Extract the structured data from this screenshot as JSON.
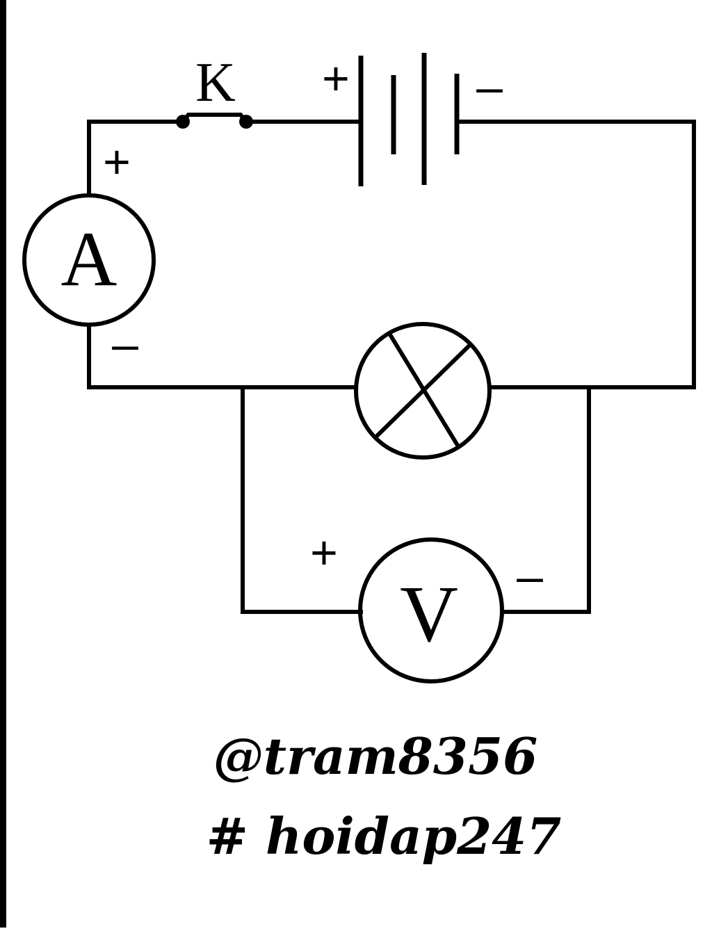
{
  "diagram": {
    "switch_label": "K",
    "ammeter_label": "A",
    "voltmeter_label": "V",
    "plus": "+",
    "minus": "–",
    "colors": {
      "line": "#000000",
      "background": "#ffffff"
    }
  },
  "watermark": {
    "line1": "@tram8356",
    "line2": "# hoidap247"
  }
}
